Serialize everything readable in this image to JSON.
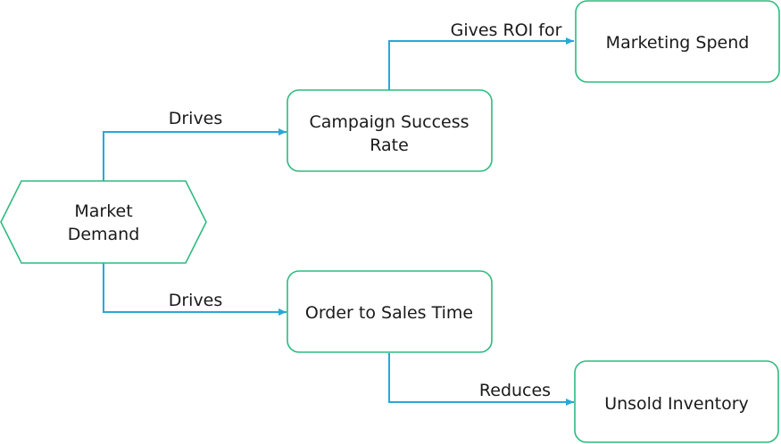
{
  "colors": {
    "node_border": "#2dbb7f",
    "edge": "#29a8d6",
    "text": "#1a1a1a",
    "background": "#ffffff"
  },
  "nodes": {
    "market_demand": {
      "line1": "Market",
      "line2": "Demand"
    },
    "campaign_success_rate": {
      "line1": "Campaign Success",
      "line2": "Rate"
    },
    "marketing_spend": {
      "label": "Marketing Spend"
    },
    "order_to_sales_time": {
      "label": "Order to Sales Time"
    },
    "unsold_inventory": {
      "label": "Unsold Inventory"
    }
  },
  "edges": {
    "demand_to_campaign": {
      "label": "Drives"
    },
    "campaign_to_spend": {
      "label": "Gives ROI for"
    },
    "demand_to_order": {
      "label": "Drives"
    },
    "order_to_inventory": {
      "label": "Reduces"
    }
  }
}
